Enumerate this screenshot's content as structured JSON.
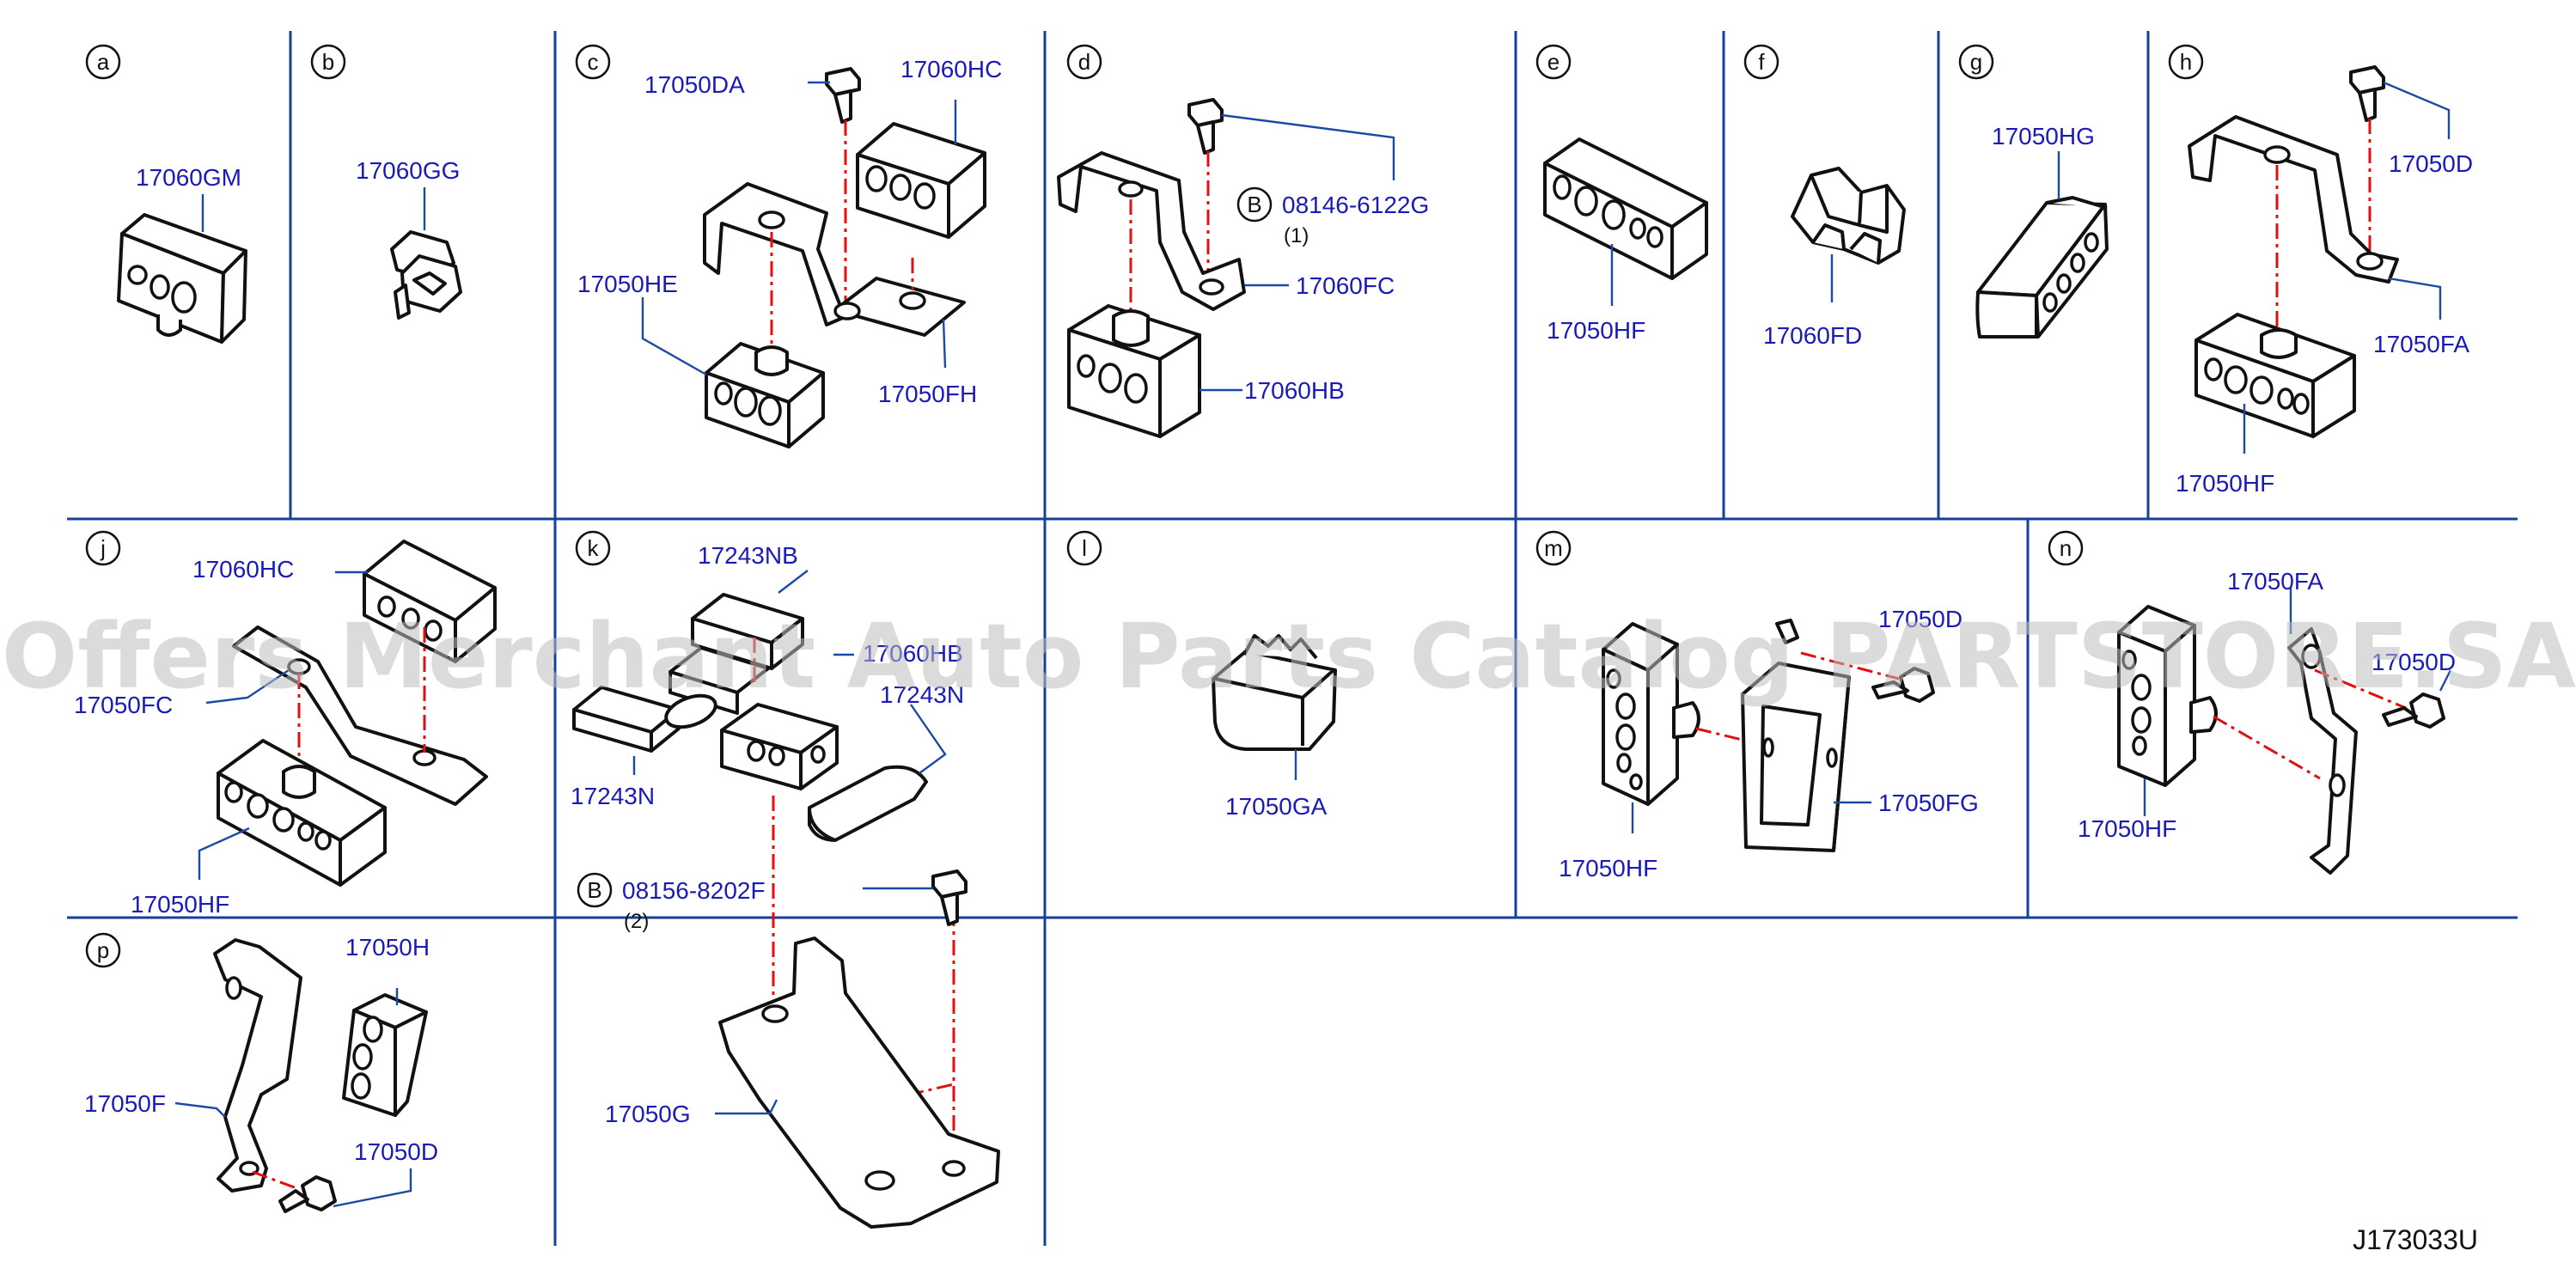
{
  "panels": {
    "a": {
      "label": "17060GM"
    },
    "b": {
      "label": "17060GG"
    },
    "c": {
      "labels": [
        "17050DA",
        "17060HC",
        "17050HE",
        "17050FH"
      ]
    },
    "d": {
      "labels": [
        "08146-6122G",
        "17060FC",
        "17060HB"
      ],
      "qty": "(1)",
      "bolt_mark": "B"
    },
    "e": {
      "label": "17050HF"
    },
    "f": {
      "label": "17060FD"
    },
    "g": {
      "label": "17050HG"
    },
    "h": {
      "labels": [
        "17050D",
        "17050FA",
        "17050HF"
      ]
    },
    "j": {
      "labels": [
        "17060HC",
        "17050FC",
        "17050HF"
      ]
    },
    "k": {
      "labels": [
        "17243NB",
        "17060HB",
        "17243N",
        "17243N",
        "08156-8202F",
        "17050G"
      ],
      "qty": "(2)",
      "bolt_mark": "B"
    },
    "l": {
      "label": "17050GA"
    },
    "m": {
      "labels": [
        "17050D",
        "17050FG",
        "17050HF"
      ]
    },
    "n": {
      "labels": [
        "17050FA",
        "17050D",
        "17050HF"
      ]
    },
    "p": {
      "labels": [
        "17050H",
        "17050F",
        "17050D"
      ]
    }
  },
  "panel_letters": [
    "a",
    "b",
    "c",
    "d",
    "e",
    "f",
    "g",
    "h",
    "j",
    "k",
    "l",
    "m",
    "n",
    "p"
  ],
  "diagram_code": "J173033U",
  "watermark": "Offers Merchant Auto Parts Catalog PARTSTORE.SA",
  "colors": {
    "grid_lines": "#1a3f9a",
    "part_labels": "#1a1ab8",
    "center_lines": "#e01010",
    "outline": "#111111"
  }
}
